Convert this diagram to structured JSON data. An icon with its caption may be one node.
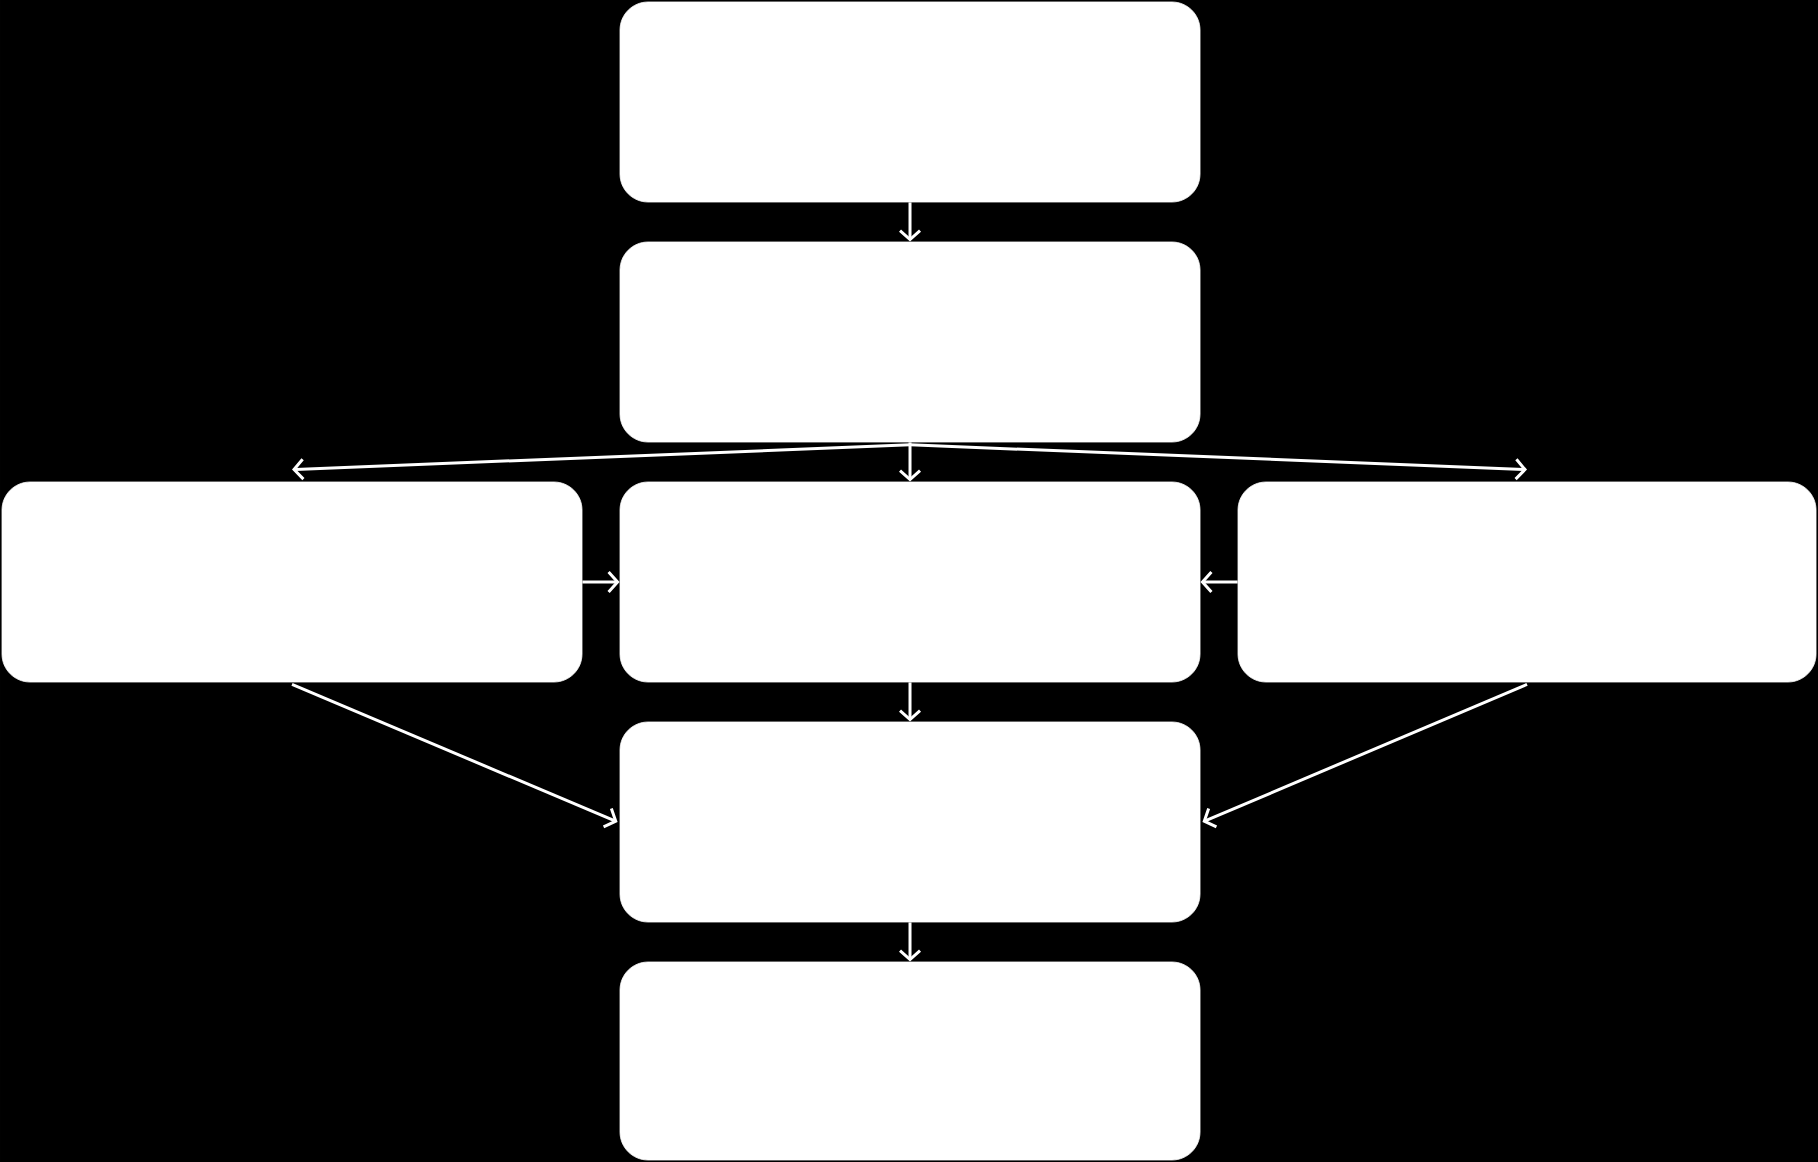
{
  "diagram": {
    "nodes": [
      {
        "text": [],
        "shape": "box"
      },
      {
        "text": [],
        "shape": "box"
      },
      {
        "text": [],
        "shape": "box"
      },
      {
        "text": [],
        "shape": "box"
      },
      {
        "text": [],
        "shape": "box"
      },
      {
        "text": [],
        "shape": "box"
      },
      {
        "text": [],
        "shape": "box"
      }
    ],
    "edges": [
      {
        "from": 0,
        "to": 1,
        "arrow": "to"
      },
      {
        "from": 1,
        "to": 2,
        "arrow": "to"
      },
      {
        "from": 1,
        "to": 3,
        "arrow": "to"
      },
      {
        "from": 1,
        "to": 4,
        "arrow": "to"
      },
      {
        "from": 2,
        "to": 3,
        "arrow": "to"
      },
      {
        "from": 4,
        "to": 3,
        "arrow": "to"
      },
      {
        "from": 2,
        "to": 5,
        "arrow": "to"
      },
      {
        "from": 3,
        "to": 5,
        "arrow": "to"
      },
      {
        "from": 4,
        "to": 5,
        "arrow": "to"
      },
      {
        "from": 5,
        "to": 6,
        "arrow": "to"
      }
    ]
  }
}
